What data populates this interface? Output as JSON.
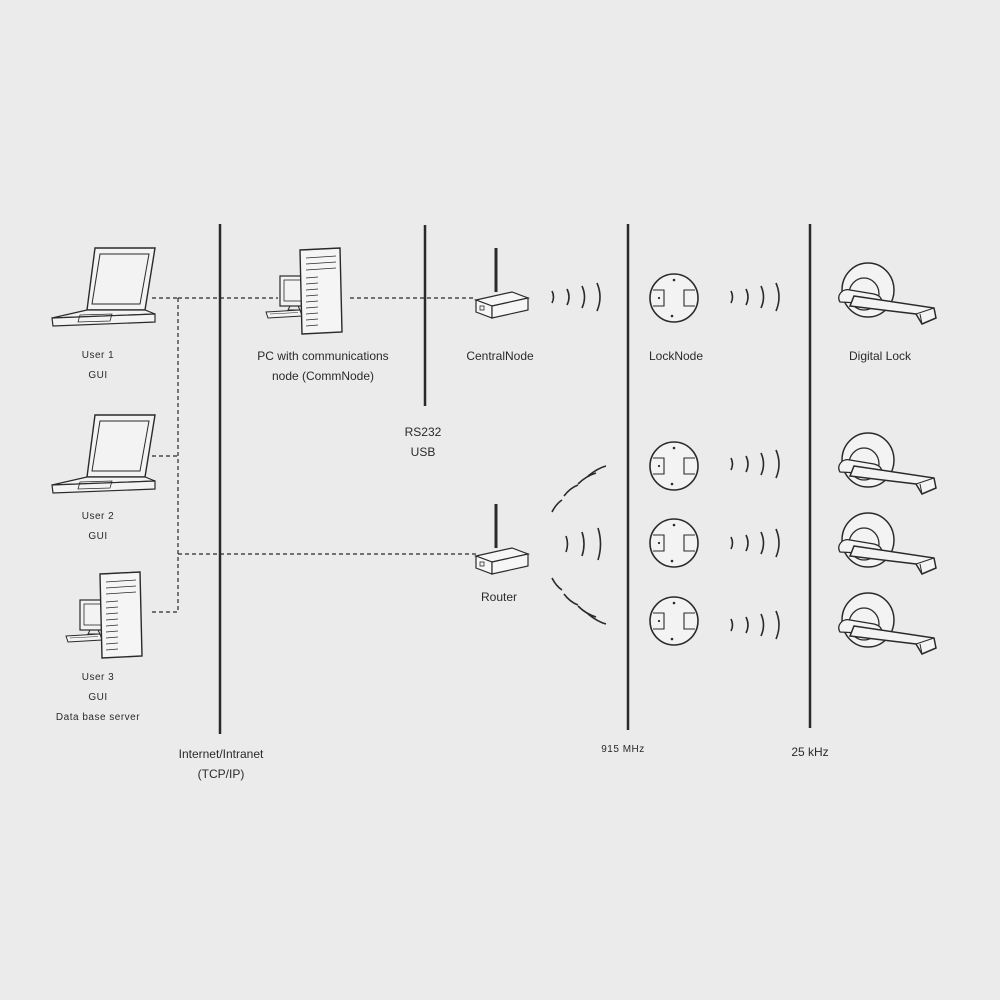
{
  "diagram": {
    "users": [
      {
        "name": "User 1",
        "role": "GUI"
      },
      {
        "name": "User 2",
        "role": "GUI"
      },
      {
        "name": "User 3",
        "role": "GUI",
        "extra": "Data base server"
      }
    ],
    "pc_label_line1": "PC with communications",
    "pc_label_line2": "node (CommNode)",
    "rs232": "RS232",
    "usb": "USB",
    "central_node": "CentralNode",
    "router": "Router",
    "lock_node": "LockNode",
    "digital_lock": "Digital Lock",
    "network_line1": "Internet/Intranet",
    "network_line2": "(TCP/IP)",
    "freq_915": "915 MHz",
    "freq_25": "25 kHz"
  },
  "colors": {
    "background": "#ebebeb",
    "line": "#2a2a2a"
  }
}
